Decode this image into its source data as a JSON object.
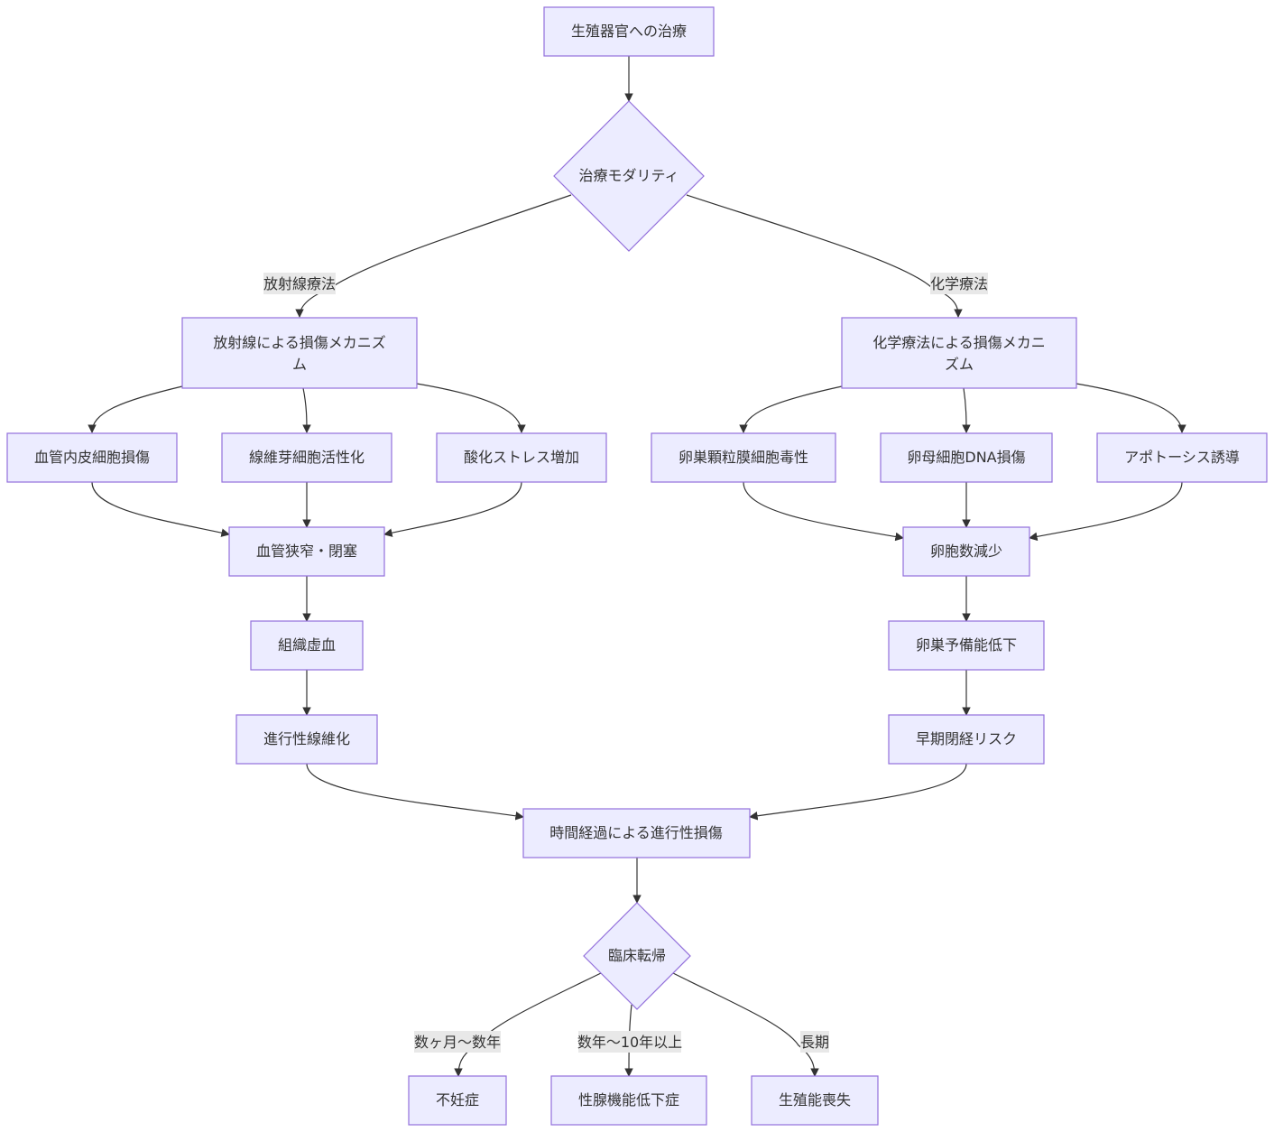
{
  "diagram": {
    "nodes": {
      "treat": "生殖器官への治療",
      "modality": "治療モダリティ",
      "rad_mech": [
        "放射線による損傷メカニズ",
        "ム"
      ],
      "chemo_mech": [
        "化学療法による損傷メカニ",
        "ズム"
      ],
      "endo": "血管内皮細胞損傷",
      "fibro": "線維芽細胞活性化",
      "oxid": "酸化ストレス増加",
      "granulosa": "卵巣顆粒膜細胞毒性",
      "oocyte": "卵母細胞DNA損傷",
      "apoptosis": "アポトーシス誘導",
      "vessel": "血管狭窄・閉塞",
      "follicle": "卵胞数減少",
      "ischemia": "組織虚血",
      "reserve": "卵巣予備能低下",
      "fibrosis": "進行性線維化",
      "menopause": "早期閉経リスク",
      "progressive": "時間経過による進行性損傷",
      "outcome": "臨床転帰",
      "infertility": "不妊症",
      "hypogonad": "性腺機能低下症",
      "loss": "生殖能喪失"
    },
    "edge_labels": {
      "radiation": "放射線療法",
      "chemo": "化学療法",
      "months": "数ヶ月～数年",
      "years": "数年～10年以上",
      "long": "長期"
    }
  }
}
